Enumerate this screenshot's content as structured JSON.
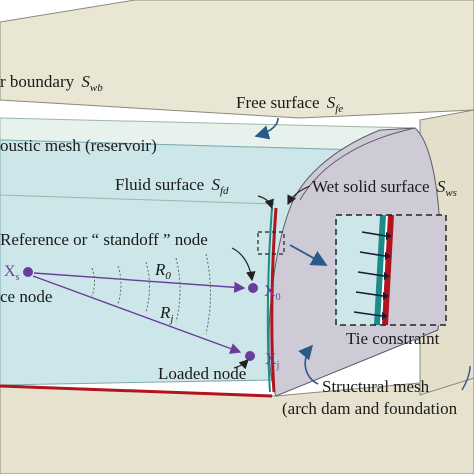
{
  "labels": {
    "far_boundary": {
      "text": "r boundary",
      "symbol": "S",
      "sub": "wb"
    },
    "free_surface": {
      "text": "Free surface",
      "symbol": "S",
      "sub": "fe"
    },
    "acoustic_mesh": "oustic mesh (reservoir)",
    "fluid_surface": {
      "text": "Fluid surface",
      "symbol": "S",
      "sub": "fd"
    },
    "wet_solid_surface": {
      "text": "Wet solid surface",
      "symbol": "S",
      "sub": "ws"
    },
    "reference_node": "Reference or “ standoff ” node",
    "source_node": "ce node",
    "source_node_symbol": {
      "base": "X",
      "sub": "s"
    },
    "node_x0": {
      "base": "X",
      "sub": "0"
    },
    "node_xj": {
      "base": "X",
      "sub": "j"
    },
    "r0": {
      "base": "R",
      "sub": "0"
    },
    "rj": {
      "base": "R",
      "sub": "j"
    },
    "loaded_node": "Loaded node",
    "tie_constraint": "Tie constraint",
    "structural_mesh": "Structural mesh",
    "structural_mesh_detail": "(arch dam and foundation"
  },
  "colors": {
    "ground": "#e9e6d3",
    "ground_edge": "#8a8a7a",
    "water": "#cde6ea",
    "water_top": "#e8f2ec",
    "dam": "#cfcbd6",
    "teal": "#1b8c86",
    "red": "#b0141e",
    "purple": "#6b3d9a",
    "arrow_blue": "#2a5a8a"
  }
}
